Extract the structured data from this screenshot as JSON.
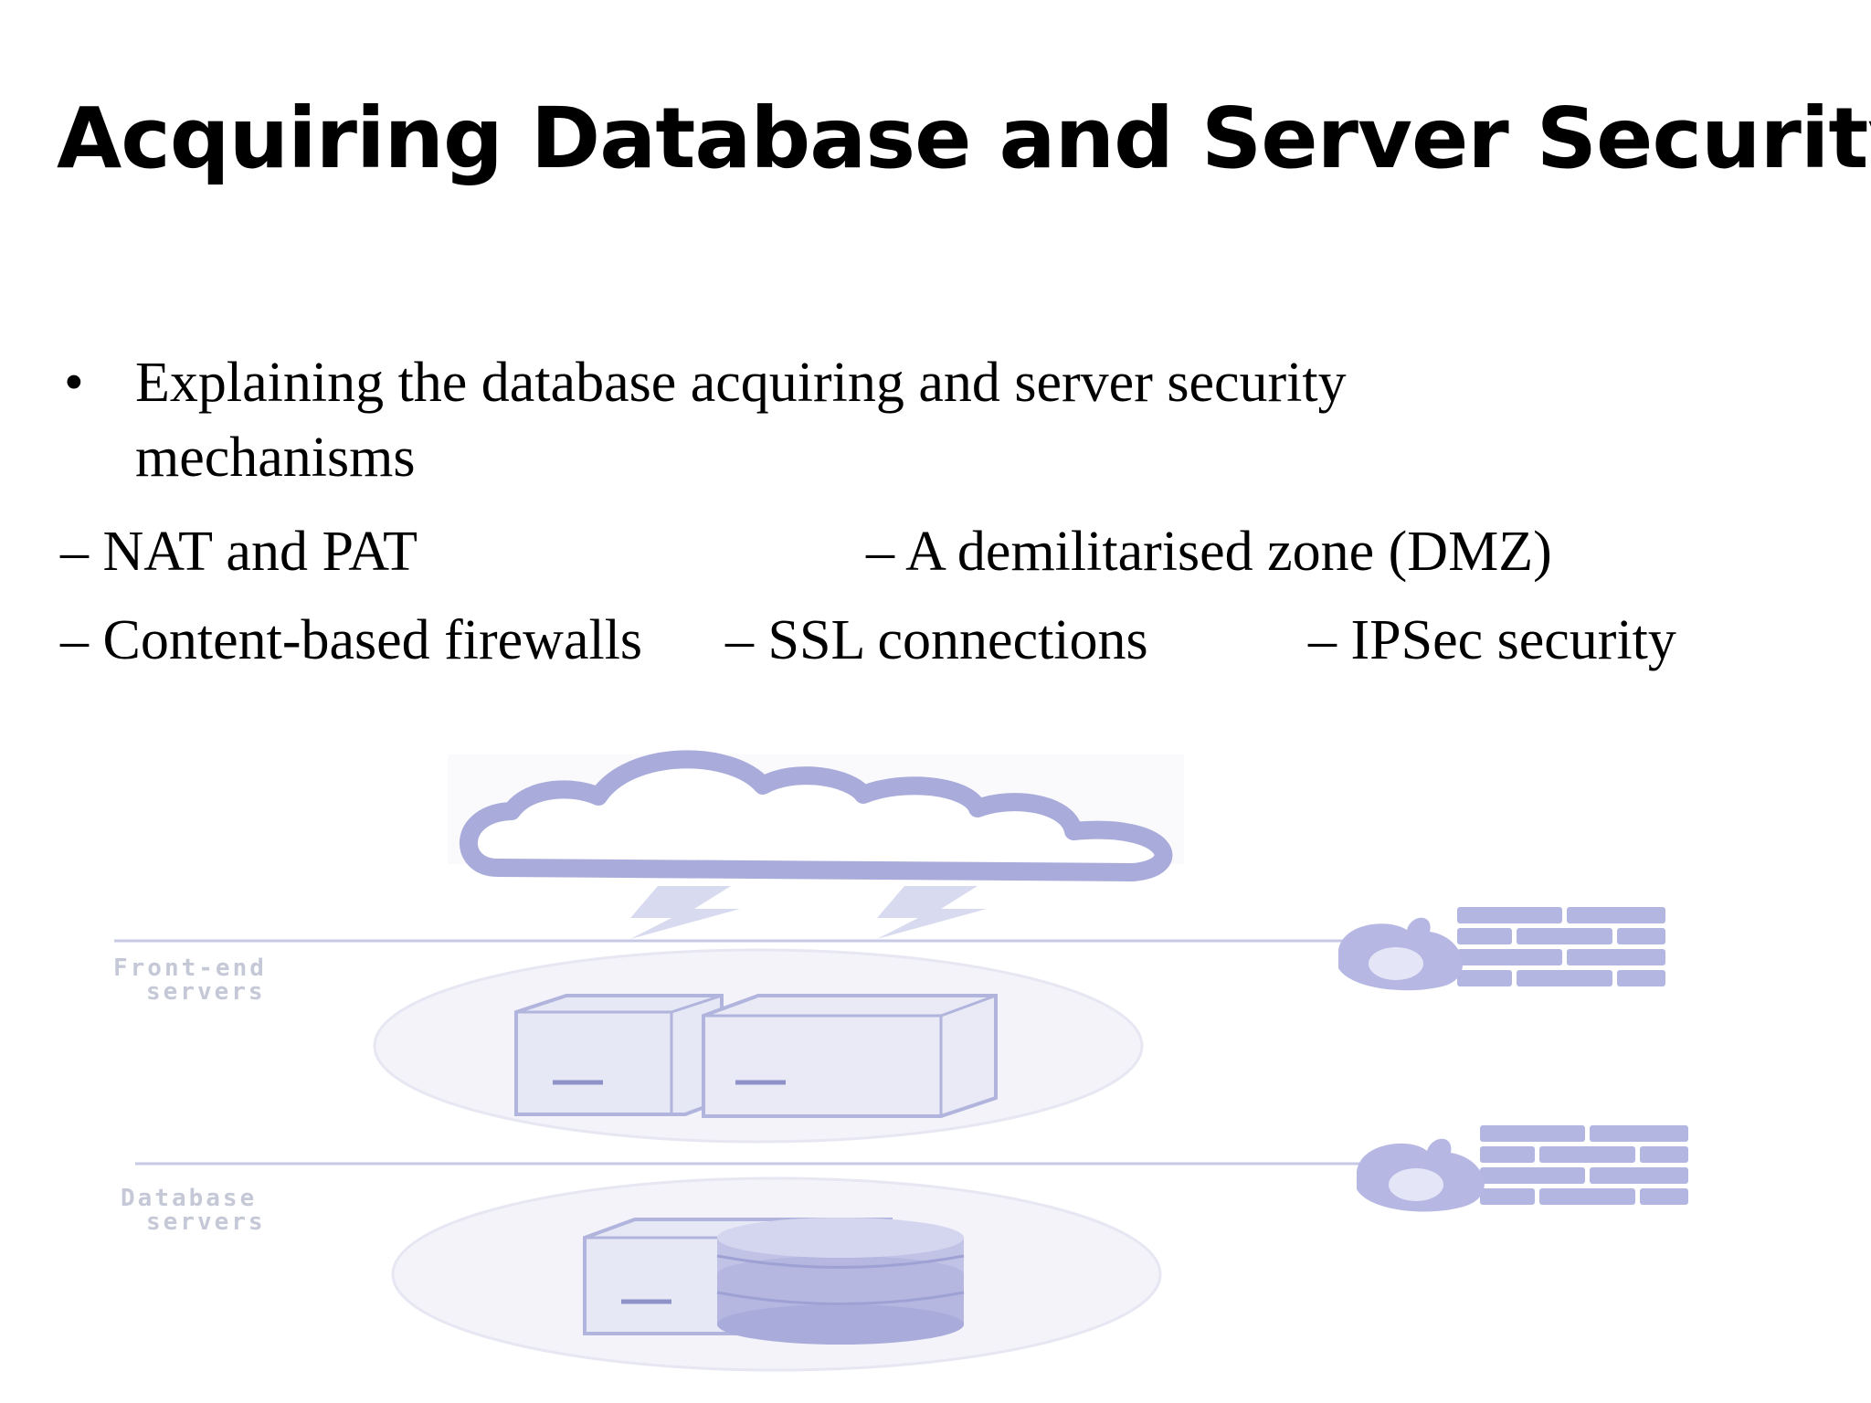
{
  "slide": {
    "title": "Acquiring Database and Server Security",
    "bullet": {
      "marker": "•",
      "text": "Explaining the database acquiring and server security mechanisms"
    },
    "sub_items": [
      "– NAT and PAT",
      "– A demilitarised zone (DMZ)",
      "– Content-based firewalls",
      "– SSL connections",
      "– IPSec security"
    ]
  },
  "diagram": {
    "labels": {
      "front_end": [
        "Front-end",
        "servers"
      ],
      "database": [
        "Database",
        "servers"
      ]
    },
    "icons": [
      "cloud-icon",
      "lightning-icon",
      "firewall-icon",
      "server-icon",
      "database-icon"
    ],
    "colors": {
      "accent": "#a9acdb",
      "light": "#e3e4f4",
      "line": "#c7c9e6",
      "ellipse": "#f1f1f8"
    }
  }
}
